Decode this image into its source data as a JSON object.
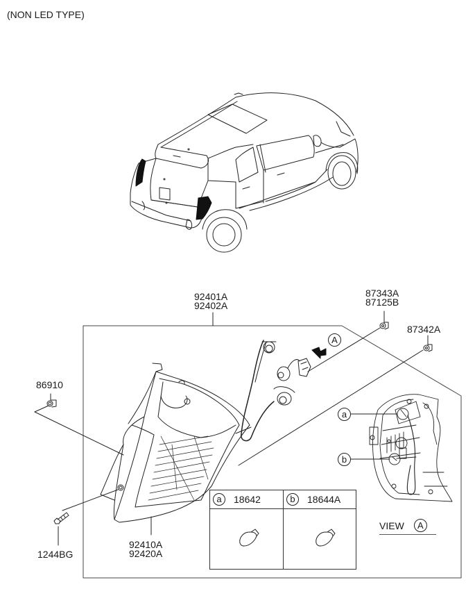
{
  "diagram": {
    "title": "(NON LED TYPE)",
    "parts": [
      {
        "id": "tail-lamp-assy",
        "numbers": [
          "92401A",
          "92402A"
        ]
      },
      {
        "id": "screw-upper",
        "numbers": [
          "87343A",
          "87125B"
        ]
      },
      {
        "id": "grommet",
        "numbers": [
          "87342A"
        ]
      },
      {
        "id": "clip",
        "numbers": [
          "86910"
        ]
      },
      {
        "id": "bolt",
        "numbers": [
          "1244BG"
        ]
      },
      {
        "id": "lens-housing",
        "numbers": [
          "92410A",
          "92420A"
        ]
      }
    ],
    "view_marker": "A",
    "view_label": "VIEW",
    "bulbs": [
      {
        "marker": "a",
        "part_number": "18642"
      },
      {
        "marker": "b",
        "part_number": "18644A"
      }
    ],
    "callouts": {
      "a": "a",
      "b": "b"
    }
  },
  "colors": {
    "line": "#222222",
    "fill_dark": "#111111",
    "background": "#ffffff"
  }
}
